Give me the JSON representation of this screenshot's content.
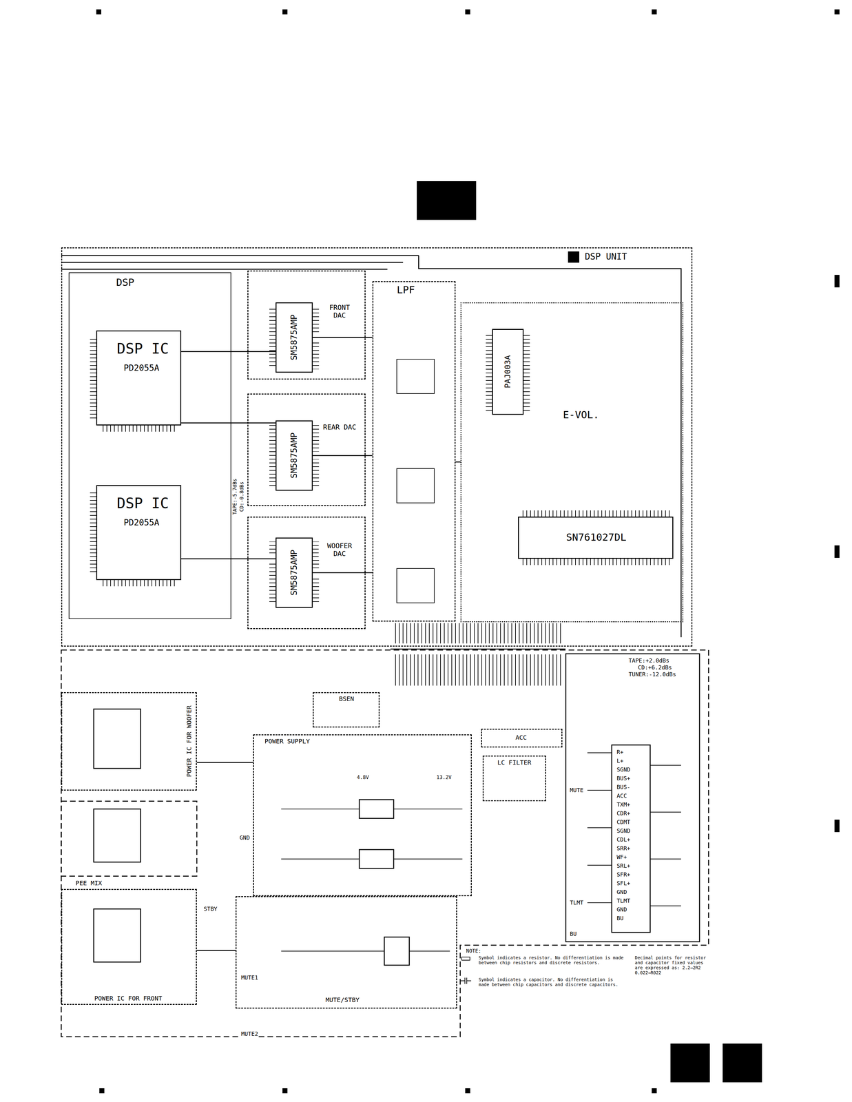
{
  "diagram": {
    "nodes": [
      {
        "text": [
          "DSP UNIT"
        ]
      },
      {
        "text": [
          "DSP"
        ],
        "in": 0
      },
      {
        "text": [
          "DSP IC",
          "PD2055A"
        ],
        "in": 1
      },
      {
        "text": [
          "DSP IC",
          "PD2055A"
        ],
        "in": 1
      },
      {
        "text": [
          "FRONT DAC"
        ],
        "in": 0
      },
      {
        "text": [
          "SM5875AMP"
        ],
        "in": 4
      },
      {
        "text": [
          "REAR DAC"
        ],
        "in": 0
      },
      {
        "text": [
          "SM5875AMP"
        ],
        "in": 6
      },
      {
        "text": [
          "WOOFER DAC"
        ],
        "in": 0
      },
      {
        "text": [
          "SM5875AMP"
        ],
        "in": 8
      },
      {
        "text": [
          "LPF"
        ],
        "in": 0
      },
      {
        "text": [
          "E-VOL."
        ],
        "in": 0
      },
      {
        "text": [
          "PAJ003A"
        ],
        "in": 11
      },
      {
        "text": [
          "SN761027DL"
        ],
        "in": 11
      },
      {
        "text": [
          "POWER IC FOR WOOFER"
        ]
      },
      {
        "text": [
          "BSEN"
        ]
      },
      {
        "text": [
          "POWER SUPPLY"
        ]
      },
      {
        "text": [
          "ACC"
        ]
      },
      {
        "text": [
          "LC FILTER"
        ]
      },
      {
        "text": [
          "POWER IC FOR FRONT"
        ]
      },
      {
        "text": [
          "MUTE/STBY"
        ]
      }
    ],
    "edges": [
      {
        "from": 2,
        "to": 5,
        "arrow": "none"
      },
      {
        "from": 2,
        "to": 7,
        "arrow": "none"
      },
      {
        "from": 3,
        "to": 9,
        "arrow": "none"
      },
      {
        "from": 5,
        "to": 10,
        "arrow": "none"
      },
      {
        "from": 7,
        "to": 10,
        "arrow": "none"
      },
      {
        "from": 9,
        "to": 10,
        "arrow": "none"
      },
      {
        "from": 10,
        "to": 11,
        "arrow": "none"
      },
      {
        "from": 14,
        "to": 16,
        "arrow": "none"
      },
      {
        "from": 19,
        "to": 20,
        "arrow": "none"
      }
    ],
    "labels": [
      "TAPE:+2.0dBs",
      "CD:+6.2dBs",
      "TUNER:-12.0dBs",
      "TAPE:-5.7dBs",
      "CD:-0.8dBs",
      "PEE MIX",
      "R+",
      "L+",
      "SGND",
      "BUS+",
      "BUS-",
      "ACC",
      "TXM+",
      "CDR+",
      "CDMT",
      "SGND",
      "CDL+",
      "SRR+",
      "WF+",
      "SRL+",
      "SFR+",
      "SFL+",
      "GND",
      "TLMT",
      "GND",
      "BU",
      "MUTE",
      "TLMT",
      "BU",
      "GND",
      "STBY",
      "MUTE1",
      "MUTE2",
      "NOTE:",
      "Symbol indicates a resistor. No differentiation is made between chip resistors and discrete resistors.",
      "Symbol indicates a capacitor. No differentiation is made between chip capacitors and discrete capacitors.",
      "Decimal points for resistor and capacitor fixed values are expressed as: 2.2→2R2 0.022→R022",
      "4.8V",
      "13.2V"
    ]
  }
}
